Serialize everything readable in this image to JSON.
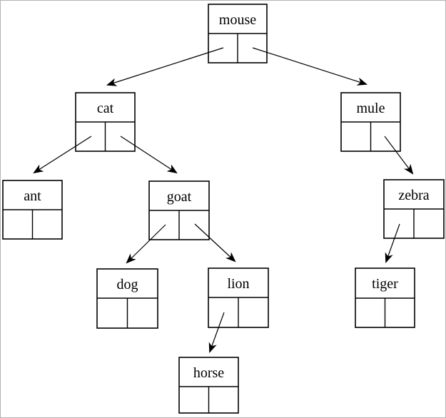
{
  "figure": {
    "type": "binary-tree-diagram",
    "root": "mouse"
  },
  "nodes": [
    {
      "id": "mouse",
      "label": "mouse",
      "left": "cat",
      "right": "mule"
    },
    {
      "id": "cat",
      "label": "cat",
      "left": "ant",
      "right": "goat"
    },
    {
      "id": "mule",
      "label": "mule",
      "left": null,
      "right": "zebra"
    },
    {
      "id": "ant",
      "label": "ant",
      "left": null,
      "right": null
    },
    {
      "id": "goat",
      "label": "goat",
      "left": "dog",
      "right": "lion"
    },
    {
      "id": "zebra",
      "label": "zebra",
      "left": "tiger",
      "right": null
    },
    {
      "id": "dog",
      "label": "dog",
      "left": null,
      "right": null
    },
    {
      "id": "lion",
      "label": "lion",
      "left": "horse",
      "right": null
    },
    {
      "id": "tiger",
      "label": "tiger",
      "left": null,
      "right": null
    },
    {
      "id": "horse",
      "label": "horse",
      "left": null,
      "right": null
    }
  ],
  "edges": [
    {
      "from": "mouse",
      "side": "left",
      "to": "cat"
    },
    {
      "from": "mouse",
      "side": "right",
      "to": "mule"
    },
    {
      "from": "cat",
      "side": "left",
      "to": "ant"
    },
    {
      "from": "cat",
      "side": "right",
      "to": "goat"
    },
    {
      "from": "goat",
      "side": "left",
      "to": "dog"
    },
    {
      "from": "goat",
      "side": "right",
      "to": "lion"
    },
    {
      "from": "lion",
      "side": "left",
      "to": "horse"
    },
    {
      "from": "mule",
      "side": "right",
      "to": "zebra"
    },
    {
      "from": "zebra",
      "side": "left",
      "to": "tiger"
    }
  ],
  "colors": {
    "line": "#000000",
    "background": "#ffffff",
    "frame_border": "#b3b3b3"
  }
}
